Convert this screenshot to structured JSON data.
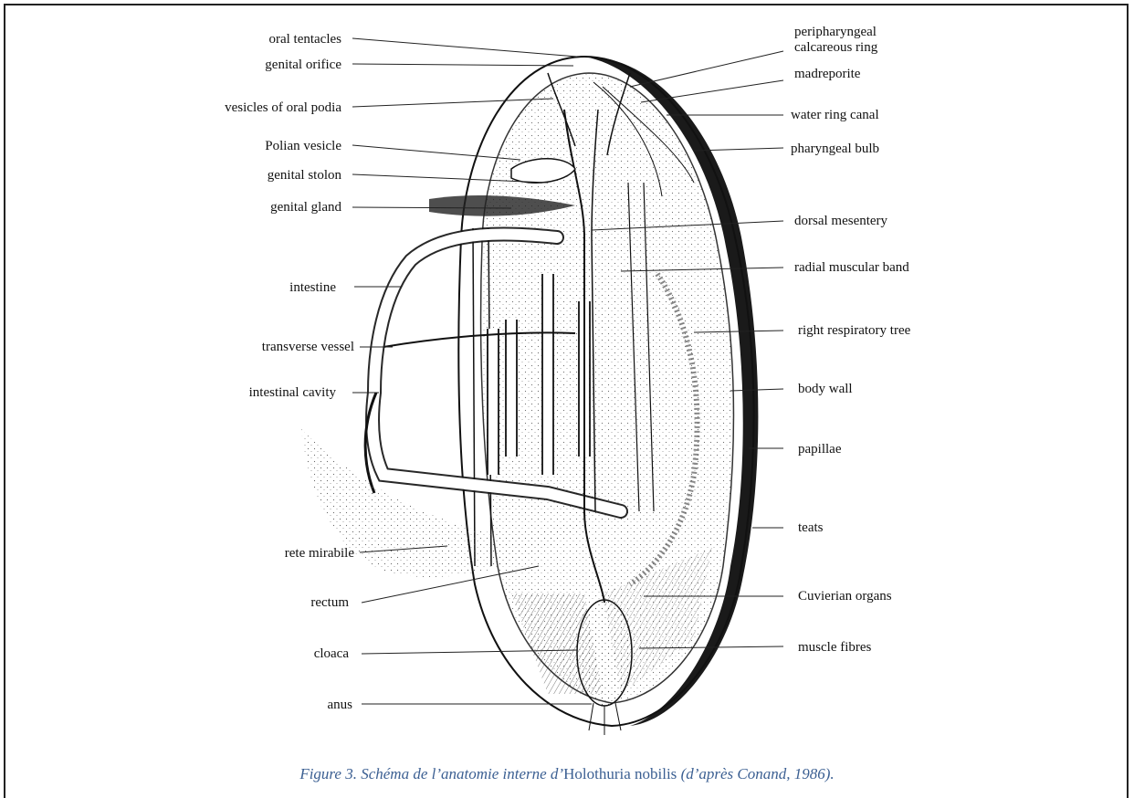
{
  "labels_left": [
    {
      "id": "oral-tentacles",
      "text": "oral tentacles"
    },
    {
      "id": "genital-orifice",
      "text": "genital orifice"
    },
    {
      "id": "vesicles-oral-podia",
      "text": "vesicles of oral podia"
    },
    {
      "id": "polian-vesicle",
      "text": "Polian vesicle"
    },
    {
      "id": "genital-stolon",
      "text": "genital stolon"
    },
    {
      "id": "genital-gland",
      "text": "genital gland"
    },
    {
      "id": "intestine",
      "text": "intestine"
    },
    {
      "id": "transverse-vessel",
      "text": "transverse vessel"
    },
    {
      "id": "intestinal-cavity",
      "text": "intestinal cavity"
    },
    {
      "id": "rete-mirabile",
      "text": "rete mirabile"
    },
    {
      "id": "rectum",
      "text": "rectum"
    },
    {
      "id": "cloaca",
      "text": "cloaca"
    },
    {
      "id": "anus",
      "text": "anus"
    }
  ],
  "labels_right": [
    {
      "id": "peripharyngeal",
      "text": "peripharyngeal"
    },
    {
      "id": "calcareous-ring",
      "text": "calcareous ring"
    },
    {
      "id": "madreporite",
      "text": "madreporite"
    },
    {
      "id": "water-ring-canal",
      "text": "water ring canal"
    },
    {
      "id": "pharyngeal-bulb",
      "text": "pharyngeal bulb"
    },
    {
      "id": "dorsal-mesentery",
      "text": "dorsal mesentery"
    },
    {
      "id": "radial-muscular-band",
      "text": "radial muscular band"
    },
    {
      "id": "right-respiratory-tree",
      "text": "right respiratory tree"
    },
    {
      "id": "body-wall",
      "text": "body wall"
    },
    {
      "id": "papillae",
      "text": "papillae"
    },
    {
      "id": "teats",
      "text": "teats"
    },
    {
      "id": "cuvierian-organs",
      "text": "Cuvierian organs"
    },
    {
      "id": "muscle-fibres",
      "text": "muscle fibres"
    }
  ],
  "caption": {
    "part1": "Figure 3. Schéma de l’anatomie interne d’",
    "species": "Holothuria nobilis",
    "part2": " (d’après Conand, 1986)."
  },
  "colors": {
    "caption": "#3b5f92",
    "ink": "#111111"
  }
}
